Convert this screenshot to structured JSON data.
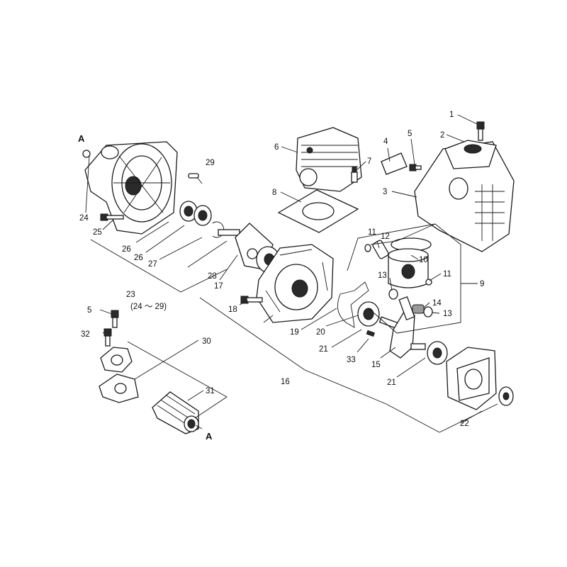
{
  "callouts": {
    "c1": "1",
    "c2": "2",
    "c3": "3",
    "c4": "4",
    "c5a": "5",
    "c5b": "5",
    "c6": "6",
    "c7": "7",
    "c8": "8",
    "c9": "9",
    "c10": "10",
    "c11a": "11",
    "c11b": "11",
    "c12": "12",
    "c13a": "13",
    "c13b": "13",
    "c14": "14",
    "c15": "15",
    "c16": "16",
    "c17": "17",
    "c18": "18",
    "c19": "19",
    "c20": "20",
    "c21a": "21",
    "c21b": "21",
    "c22": "22",
    "c23": "23",
    "c23range": "(24 ～ 29)",
    "c24": "24",
    "c25": "25",
    "c26a": "26",
    "c26b": "26",
    "c27": "27",
    "c28": "28",
    "c29": "29",
    "c30": "30",
    "c31": "31",
    "c32": "32",
    "c33": "33"
  },
  "references": {
    "ref_a_top": "A",
    "ref_a_bottom": "A"
  }
}
